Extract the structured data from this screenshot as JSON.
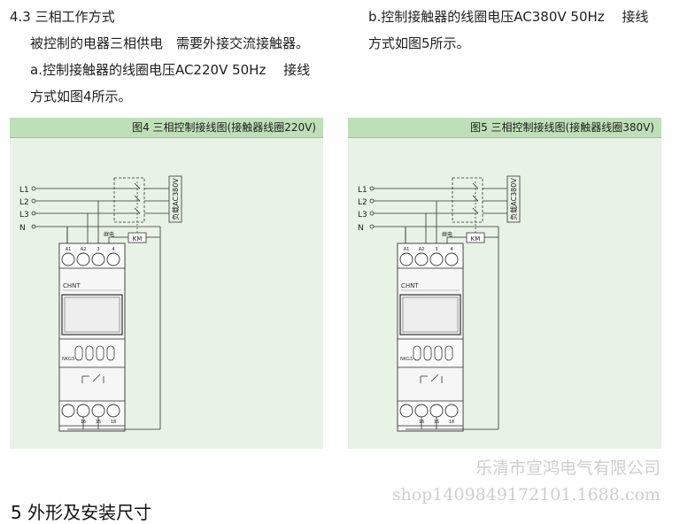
{
  "left_column": {
    "heading": "4.3 三相工作方式",
    "line1": "被控制的电器三相供电　需要外接交流接触器。",
    "line2": "a.控制接触器的线圈电压AC220V 50Hz　 接线",
    "line3": "方式如图4所示。"
  },
  "right_column": {
    "line1": "b.控制接触器的线圈电压AC380V 50Hz　 接线",
    "line2": "方式如图5所示。"
  },
  "figures": [
    {
      "title": "图4 三相控制接线图(接触器线圈220V)",
      "phases": [
        "L1",
        "L2",
        "L3",
        "N"
      ],
      "load_label": "负载AC380V",
      "contactor_label": "KM",
      "relay_label": "继电",
      "brand": "CHNT",
      "model": "NKG3",
      "terminals_top": [
        "A1",
        "A2",
        "3",
        "4"
      ],
      "terminals_bottom": [
        "16",
        "15",
        "18"
      ]
    },
    {
      "title": "图5 三相控制接线图(接触器线圈380V)",
      "phases": [
        "L1",
        "L2",
        "L3",
        "N"
      ],
      "load_label": "负载AC380V",
      "contactor_label": "KM",
      "relay_label": "继电",
      "brand": "CHNT",
      "model": "NKG3",
      "terminals_top": [
        "A1",
        "A2",
        "3",
        "4"
      ],
      "terminals_bottom": [
        "16",
        "15",
        "18"
      ]
    }
  ],
  "watermark": {
    "company": "乐清市宣鸿电气有限公司",
    "shop": "shop1409849172101.1688.com"
  },
  "section_title": "5 外形及安装尺寸"
}
